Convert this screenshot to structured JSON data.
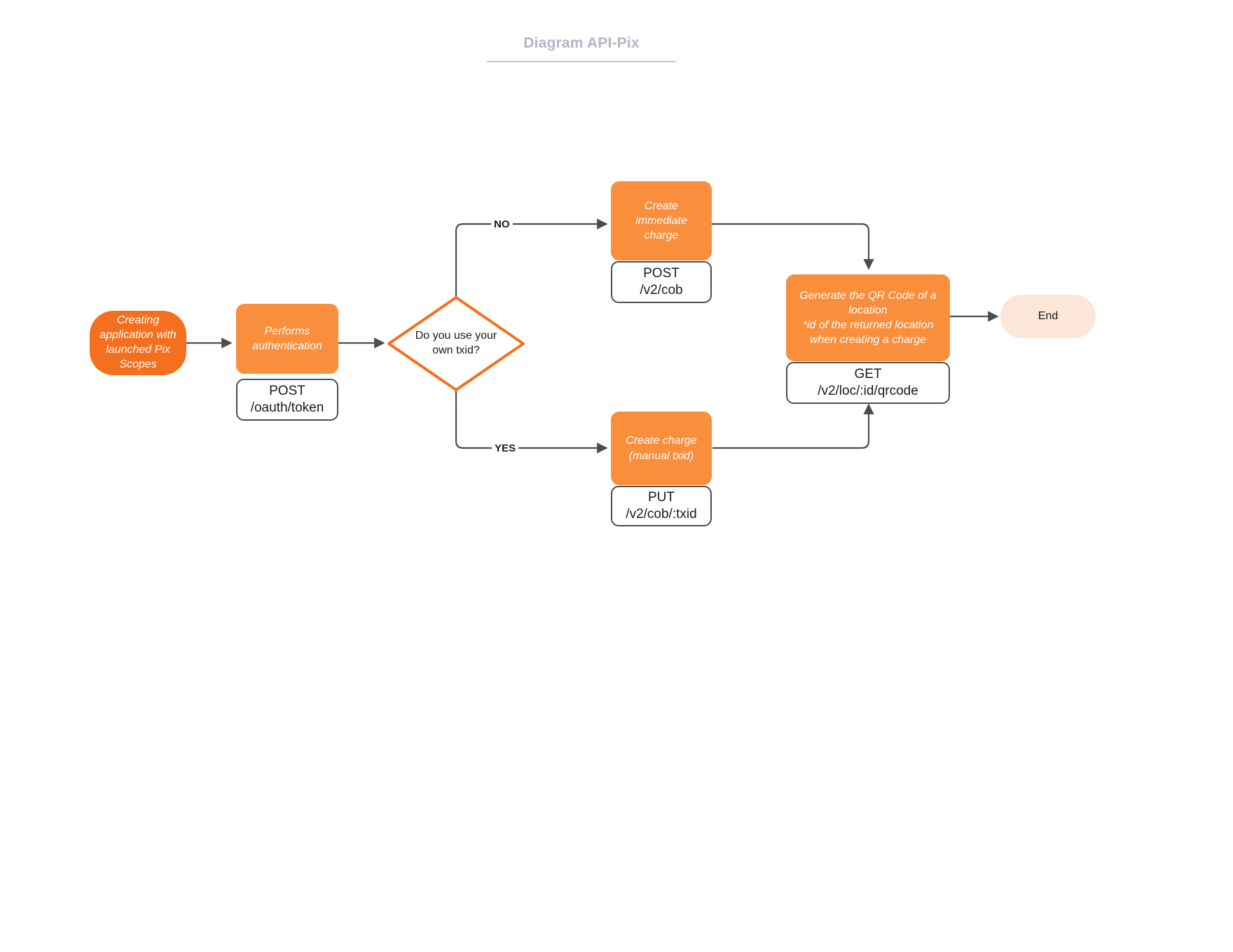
{
  "title": "Diagram API-Pix",
  "colors": {
    "start_fill": "#f4701e",
    "process_fill": "#f98e3c",
    "decision_stroke": "#f4701e",
    "decision_fill": "#ffffff",
    "end_fill": "#fbe6d8",
    "connector": "#4d4d4d",
    "endpoint_border": "#4d4d4d",
    "title_text": "#b0b6c3"
  },
  "nodes": {
    "start": {
      "shape": "rounded-pill",
      "lines": [
        "Creating",
        "application with",
        "launched Pix",
        "Scopes"
      ]
    },
    "auth": {
      "shape": "process",
      "lines": [
        "Performs",
        "authentication"
      ]
    },
    "auth_endpoint": {
      "shape": "endpoint",
      "method": "POST",
      "path": "/oauth/token"
    },
    "decision": {
      "shape": "diamond",
      "lines": [
        "Do you use your",
        "own txid?"
      ]
    },
    "immediate_charge": {
      "shape": "process",
      "lines": [
        "Create immediate",
        "charge"
      ]
    },
    "immediate_charge_endpoint": {
      "shape": "endpoint",
      "method": "POST",
      "path": "/v2/cob"
    },
    "manual_charge": {
      "shape": "process",
      "lines": [
        "Create charge",
        "(manual txid)"
      ]
    },
    "manual_charge_endpoint": {
      "shape": "endpoint",
      "method": "PUT",
      "path": "/v2/cob/:txid"
    },
    "qrcode": {
      "shape": "process",
      "lines": [
        "Generate the QR Code of a",
        "location",
        "*id of the returned location",
        "when creating a charge"
      ]
    },
    "qrcode_endpoint": {
      "shape": "endpoint",
      "method": "GET",
      "path": "/v2/loc/:id/qrcode"
    },
    "end": {
      "shape": "rounded-pill",
      "label": "End"
    }
  },
  "edges": {
    "no_label": "NO",
    "yes_label": "YES"
  }
}
